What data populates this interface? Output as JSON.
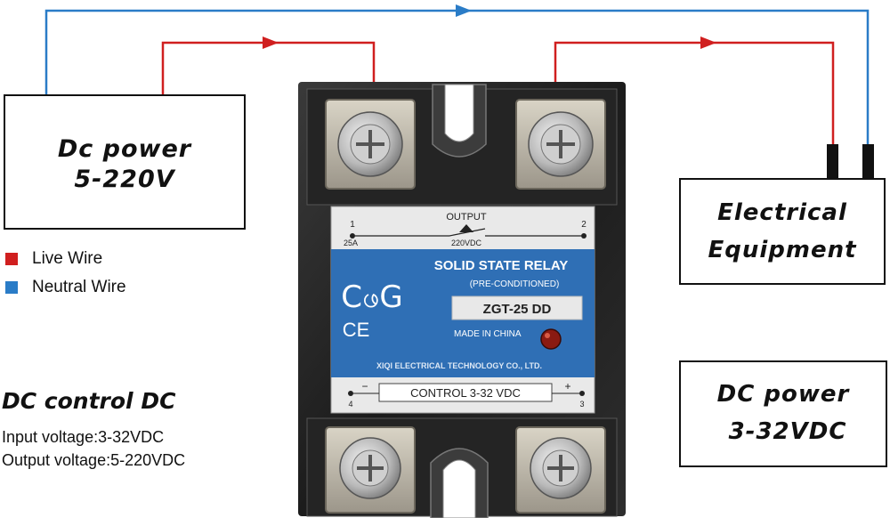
{
  "colors": {
    "live": "#d01f1f",
    "neutral": "#2a7cc7",
    "relay_blue": "#2f6fb5",
    "relay_body": "#1b1b1b",
    "label_bg": "#e9e9e9"
  },
  "dc_power_source": {
    "line1": "Dc power",
    "line2": "5-220V"
  },
  "electrical_equipment": {
    "line1": "Electrical",
    "line2": "Equipment"
  },
  "dc_power_control": {
    "line1": "DC power",
    "line2": "3-32VDC"
  },
  "legend": {
    "items": [
      {
        "label": "Live Wire",
        "color": "#d01f1f"
      },
      {
        "label": "Neutral Wire",
        "color": "#2a7cc7"
      }
    ]
  },
  "info": {
    "title": "DC control DC",
    "input_voltage": "Input voltage:3-32VDC",
    "output_voltage": "Output voltage:5-220VDC"
  },
  "relay": {
    "output_label": "OUTPUT",
    "terminal_1": "1",
    "terminal_2": "2",
    "terminal_3": "3",
    "terminal_4": "4",
    "current_rating": "25A",
    "output_voltage": "220VDC",
    "title": "SOLID STATE RELAY",
    "subtitle": "(PRE-CONDITIONED)",
    "brand": "CဖG",
    "ce_mark": "CE",
    "model": "ZGT-25 DD",
    "made_in": "MADE IN CHINA",
    "manufacturer": "XIQI ELECTRICAL TECHNOLOGY CO., LTD.",
    "control_label": "CONTROL 3-32 VDC",
    "minus": "−",
    "plus": "+"
  }
}
